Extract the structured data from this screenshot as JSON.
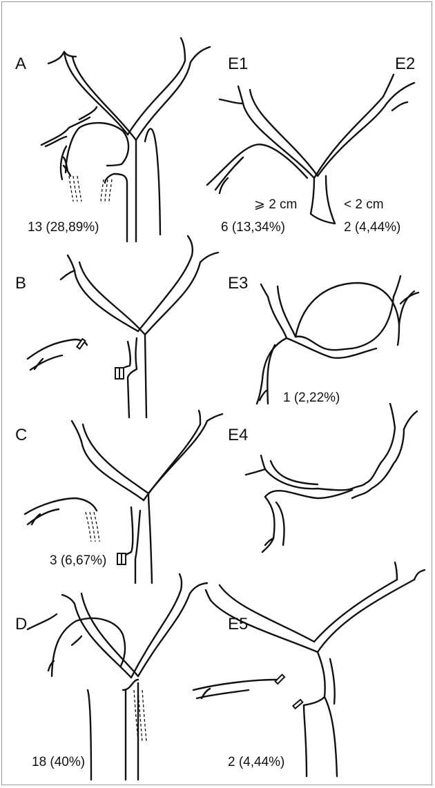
{
  "panels": {
    "A": {
      "label": "A",
      "count": "13 (28,89%)"
    },
    "E1": {
      "label": "E1",
      "count": "6 (13,34%)",
      "note": "⩾ 2 cm"
    },
    "E2": {
      "label": "E2",
      "count": "2 (4,44%)",
      "note": "< 2 cm"
    },
    "B": {
      "label": "B"
    },
    "E3": {
      "label": "E3",
      "count": "1 (2,22%)"
    },
    "C": {
      "label": "C",
      "count": "3 (6,67%)"
    },
    "E4": {
      "label": "E4"
    },
    "D": {
      "label": "D",
      "count": "18 (40%)"
    },
    "E5": {
      "label": "E5",
      "count": "2 (4,44%)"
    }
  }
}
